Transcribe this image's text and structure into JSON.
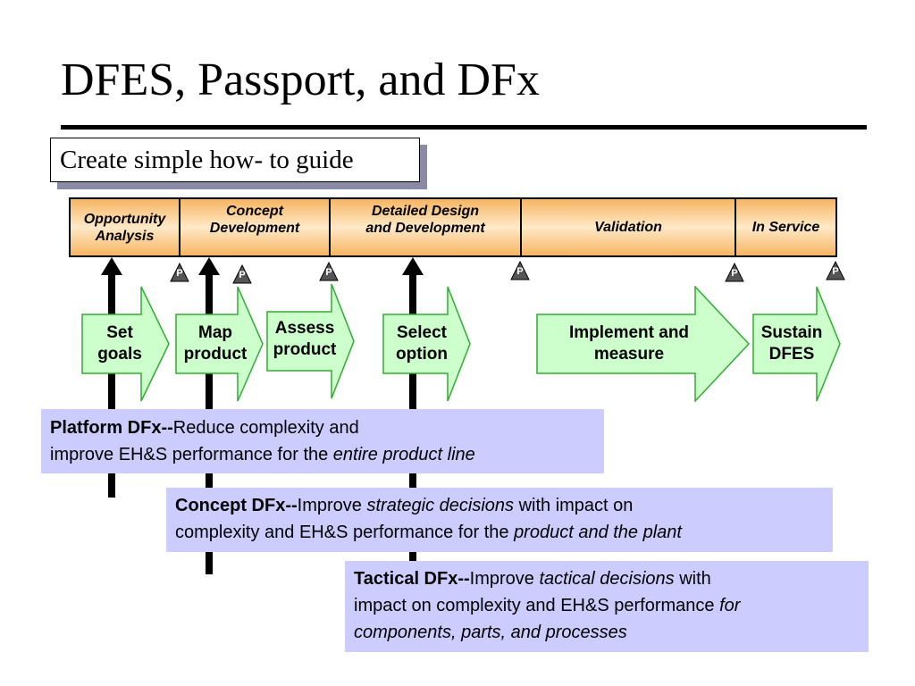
{
  "title": "DFES, Passport, and DFx",
  "howto_label": "Create simple how- to guide",
  "phases": [
    {
      "line1": "Opportunity",
      "line2": "Analysis"
    },
    {
      "line1": "Concept",
      "line2": "Development"
    },
    {
      "line1": "Detailed Design",
      "line2": "and Development"
    },
    {
      "line1": "Validation",
      "line2": ""
    },
    {
      "line1": "In Service",
      "line2": ""
    }
  ],
  "passport_marker": "P",
  "steps": [
    {
      "line1": "Set",
      "line2": "goals"
    },
    {
      "line1": "Map",
      "line2": "product"
    },
    {
      "line1": "Assess",
      "line2": "product"
    },
    {
      "line1": "Select",
      "line2": "option"
    },
    {
      "line1": "Implement and",
      "line2": "measure"
    },
    {
      "line1": "Sustain",
      "line2": "DFES"
    }
  ],
  "dfx": {
    "platform": {
      "bold": "Platform DFx--",
      "text1": "Reduce complexity and",
      "text2": "improve EH&S performance for the ",
      "italic": "entire product line"
    },
    "concept": {
      "bold": "Concept DFx--",
      "text1": "Improve ",
      "italic1": "strategic decisions",
      "text2": " with impact on",
      "text3": "complexity and EH&S performance for the ",
      "italic2": "product and the plant"
    },
    "tactical": {
      "bold": "Tactical DFx--",
      "text1": "Improve ",
      "italic1": "tactical decisions",
      "text2": " with",
      "text3": "impact on complexity and EH&S performance ",
      "italic2": "for",
      "italic3": "components, parts, and processes"
    }
  },
  "colors": {
    "phase_bar": "#f6b562",
    "step_arrow_fill": "#ccffcc",
    "step_arrow_stroke": "#33aa33",
    "dfx_box": "#cdccfe",
    "marker": "#555555"
  }
}
